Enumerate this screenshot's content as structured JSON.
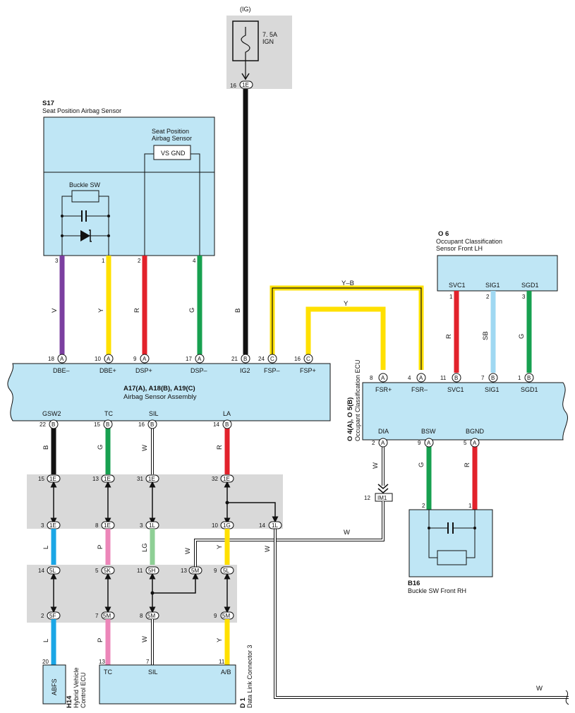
{
  "fuse": {
    "header": "(IG)",
    "rating": "7. 5A",
    "name": "IGN",
    "pin": "16",
    "connector": "1E"
  },
  "s17": {
    "code": "S17",
    "title": "Seat Position Airbag Sensor",
    "inner_title_1": "Seat Position",
    "inner_title_2": "Airbag Sensor",
    "vs_gnd": "VS GND",
    "buckle_sw": "Buckle SW",
    "pins": [
      "3",
      "1",
      "2",
      "4"
    ]
  },
  "wire_colors": {
    "V": "V",
    "Y": "Y",
    "R": "R",
    "G": "G",
    "B": "B",
    "L": "L",
    "P": "P",
    "LG": "LG",
    "W": "W",
    "SB": "SB",
    "YB": "Y–B"
  },
  "airbag_ecu": {
    "title": "A17(A), A18(B), A19(C)",
    "subtitle": "Airbag Sensor Assembly",
    "top_terminals": [
      {
        "pin": "18",
        "conn": "A",
        "name": "DBE–"
      },
      {
        "pin": "10",
        "conn": "A",
        "name": "DBE+"
      },
      {
        "pin": "9",
        "conn": "A",
        "name": "DSP+"
      },
      {
        "pin": "17",
        "conn": "A",
        "name": "DSP–"
      },
      {
        "pin": "21",
        "conn": "B",
        "name": "IG2"
      },
      {
        "pin": "24",
        "conn": "C",
        "name": "FSP–"
      },
      {
        "pin": "16",
        "conn": "C",
        "name": "FSP+"
      }
    ],
    "bottom_terminals": [
      {
        "pin": "22",
        "conn": "B",
        "name": "GSW2"
      },
      {
        "pin": "15",
        "conn": "B",
        "name": "TC"
      },
      {
        "pin": "16",
        "conn": "B",
        "name": "SIL"
      },
      {
        "pin": "14",
        "conn": "B",
        "name": "LA"
      }
    ]
  },
  "o6": {
    "code": "O 6",
    "title_1": "Occupant Classification",
    "title_2": "Sensor Front LH",
    "terminals": [
      {
        "pin": "1",
        "name": "SVC1"
      },
      {
        "pin": "2",
        "name": "SIG1"
      },
      {
        "pin": "3",
        "name": "SGD1"
      }
    ]
  },
  "occ_ecu": {
    "code": "O 4(A), O 5(B)",
    "title": "Occupant Classification ECU",
    "top_terminals": [
      {
        "pin": "8",
        "conn": "A",
        "name": "FSR+"
      },
      {
        "pin": "4",
        "conn": "A",
        "name": "FSR–"
      },
      {
        "pin": "11",
        "conn": "B",
        "name": "SVC1"
      },
      {
        "pin": "7",
        "conn": "B",
        "name": "SIG1"
      },
      {
        "pin": "1",
        "conn": "B",
        "name": "SGD1"
      }
    ],
    "bottom_terminals": [
      {
        "pin": "2",
        "conn": "A",
        "name": "DIA"
      },
      {
        "pin": "9",
        "conn": "A",
        "name": "BSW"
      },
      {
        "pin": "5",
        "conn": "A",
        "name": "BGND"
      }
    ]
  },
  "im1": {
    "pin": "12",
    "connector": "IM1"
  },
  "b16": {
    "code": "B16",
    "title": "Buckle SW Front RH",
    "pins": [
      "2",
      "1"
    ]
  },
  "junction_1": {
    "top": [
      {
        "pin": "15",
        "conn": "1E"
      },
      {
        "pin": "13",
        "conn": "1E"
      },
      {
        "pin": "31",
        "conn": "1E"
      },
      {
        "pin": "32",
        "conn": "1E"
      }
    ],
    "bottom": [
      {
        "pin": "3",
        "conn": "1E"
      },
      {
        "pin": "8",
        "conn": "1E"
      },
      {
        "pin": "3",
        "conn": "1L"
      },
      {
        "pin": "10",
        "conn": "1G"
      },
      {
        "pin": "14",
        "conn": "1L"
      }
    ]
  },
  "junction_2": {
    "top": [
      {
        "pin": "14",
        "conn": "5L"
      },
      {
        "pin": "5",
        "conn": "5K"
      },
      {
        "pin": "11",
        "conn": "5H"
      },
      {
        "pin": "13",
        "conn": "5M"
      },
      {
        "pin": "9",
        "conn": "5L"
      }
    ],
    "bottom": [
      {
        "pin": "2",
        "conn": "5F"
      },
      {
        "pin": "7",
        "conn": "5M"
      },
      {
        "pin": "8",
        "conn": "5M"
      },
      {
        "pin": "9",
        "conn": "5M"
      }
    ]
  },
  "h14": {
    "code": "H14",
    "title_1": "Hybrid Vehicle",
    "title_2": "Control ECU",
    "pin": "20",
    "terminal": "ABFS"
  },
  "d1": {
    "code": "D 1",
    "title": "Data Link Connector 3",
    "terminals": [
      {
        "pin": "13",
        "name": "TC"
      },
      {
        "pin": "7",
        "name": "SIL"
      },
      {
        "pin": "11",
        "name": "A/B"
      }
    ]
  },
  "colors": {
    "violet": "#7b3fa0",
    "yellow": "#ffe000",
    "red": "#e2222b",
    "green": "#17a050",
    "black": "#111111",
    "blue": "#1aa6e6",
    "pink": "#ec86b9",
    "lightgreen": "#8ecf95",
    "skyblue": "#9fd8f2",
    "component_fill": "#bfe6f5",
    "junction_fill": "#d9d9d9"
  }
}
